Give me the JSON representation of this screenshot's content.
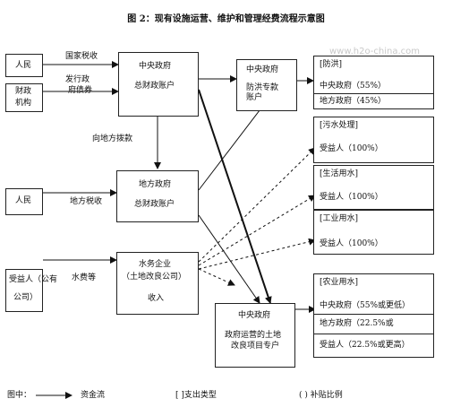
{
  "title": "图 2：现有设施运营、维护和管理经费流程示意图",
  "watermark": "www.h2o-china.com",
  "sources": {
    "people_top": "人民",
    "finance_org_line1": "财政",
    "finance_org_line2": "机构",
    "people_mid": "人民",
    "beneficiary_line1": "受益人（公有",
    "beneficiary_line2": "公司）"
  },
  "flows": {
    "national_tax": "国家税收",
    "bond_line1": "发行政",
    "bond_line2": "府债券",
    "transfer": "向地方拨款",
    "local_tax": "地方税收",
    "water_fee": "水费等"
  },
  "central_gov": {
    "line1": "中央政府",
    "line2": "总财政账户"
  },
  "central_flood": {
    "line1": "中央政府",
    "line2": "防洪专款",
    "line3": "账户"
  },
  "local_gov": {
    "line1": "地方政府",
    "line2": "总财政账户"
  },
  "water_company": {
    "line1": "水务企业",
    "line2": "（土地改良公司）",
    "line3": "收入"
  },
  "land_project": {
    "line1": "中央政府",
    "line2": "政府运营的土地",
    "line3": "改良项目专户"
  },
  "categories": {
    "flood": {
      "name": "[防洪]",
      "row1": "中央政府（55%）",
      "row2": "地方政府（45%）"
    },
    "sewage": {
      "name": "[污水处理]",
      "row1": "受益人（100%）"
    },
    "domestic": {
      "name": "[生活用水]",
      "row1": "受益人（100%）"
    },
    "industrial": {
      "name": "[工业用水]",
      "row1": "受益人（100%）"
    },
    "agri": {
      "name": "[农业用水]",
      "row1": "中央政府（55%或更低）",
      "row2": "地方政府（22.5%或",
      "row3": "受益人（22.5%或更高）"
    }
  },
  "legend": {
    "prefix": "图中：",
    "fund_flow": "资金流",
    "expense_type": "[ ]支出类型",
    "subsidy": "( ) 补贴比例"
  }
}
